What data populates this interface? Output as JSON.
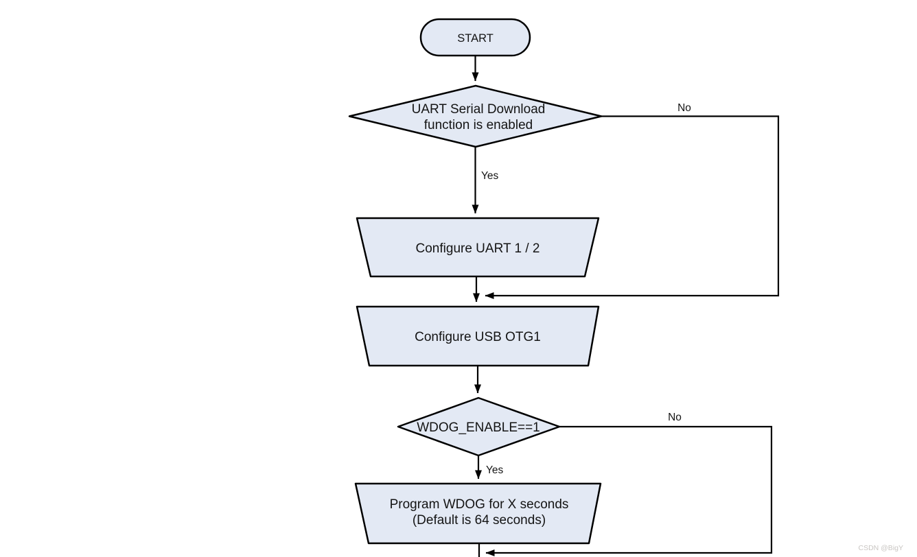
{
  "page": {
    "background_color": "#ffffff"
  },
  "colors": {
    "shape_fill": "#e3e9f4",
    "shape_border": "#000000",
    "connector": "#000000",
    "text": "#141414",
    "watermark": "#c9c6c3"
  },
  "flowchart": {
    "start": {
      "label": "START"
    },
    "decision_uart": {
      "line1": "UART Serial Download",
      "line2": "function is enabled"
    },
    "process_uart": {
      "label": "Configure UART 1 / 2"
    },
    "process_usb": {
      "label": "Configure USB OTG1"
    },
    "decision_wdog": {
      "label": "WDOG_ENABLE==1"
    },
    "process_wdog": {
      "line1": "Program WDOG for X seconds",
      "line2": "(Default is 64 seconds)"
    },
    "edges": {
      "uart_yes": "Yes",
      "uart_no": "No",
      "wdog_yes": "Yes",
      "wdog_no": "No"
    }
  },
  "watermark": {
    "text": "CSDN @BigY"
  }
}
